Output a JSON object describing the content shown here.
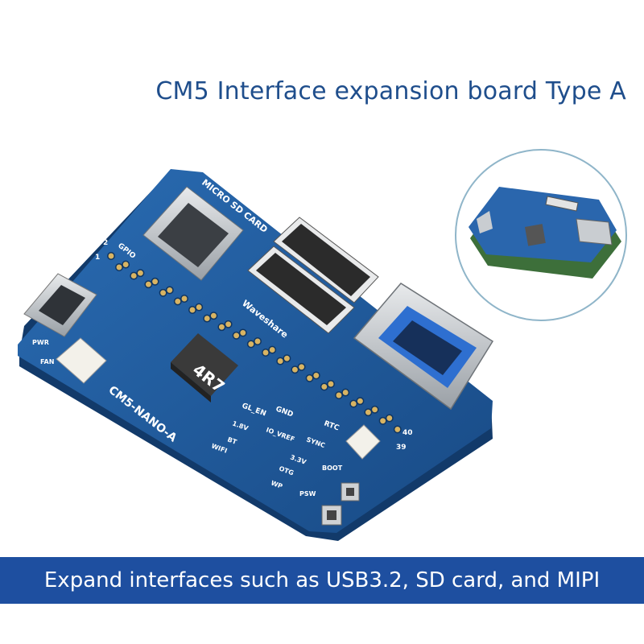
{
  "header": {
    "title": "CM5 Interface expansion board Type A"
  },
  "board": {
    "model": "CM5-NANO-A",
    "brand": "Waveshare",
    "inductor": "4R7",
    "silkscreen": {
      "micro_sd": "MICRO SD CARD",
      "gpio": "GPIO",
      "pin_2": "2",
      "pin_1": "1",
      "pin_40": "40",
      "pin_39": "39",
      "pwr": "PWR",
      "fan": "FAN",
      "gl_en": "GL_EN",
      "gnd": "GND",
      "v18": "1.8V",
      "io_vref": "IO_VREF",
      "sync": "SYNC",
      "bt": "BT",
      "v33": "3.3V",
      "wifi": "WIFI",
      "otg": "OTG",
      "wp": "WP",
      "rtc": "RTC",
      "boot": "BOOT",
      "psw": "PSW"
    }
  },
  "banner": {
    "text": "Expand interfaces such as USB3.2, SD card, and MIPI"
  },
  "colors": {
    "pcb": "#1f5a9e",
    "banner": "#1e4fa0",
    "title": "#1f4e8c",
    "inset_ring": "#8fb5c9"
  }
}
